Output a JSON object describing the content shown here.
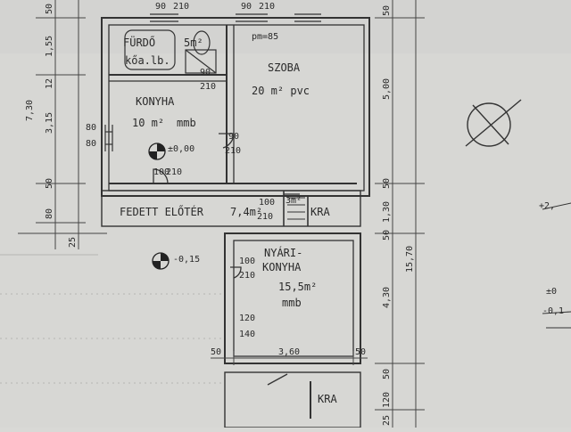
{
  "rooms": {
    "furdo": {
      "name": "FÜRDŐ",
      "sub": "kőa.lb.",
      "area": "5m²"
    },
    "szoba": {
      "name": "SZOBA",
      "area": "20 m² pvc",
      "pm": "pm=85"
    },
    "konyha": {
      "name": "KONYHA",
      "area": "10 m²",
      "floor": "mmb"
    },
    "eloter": {
      "name": "FEDETT ELŐTÉR",
      "area": "7,4m²"
    },
    "kra1": {
      "name": "KRA",
      "area": "3m²"
    },
    "nyari": {
      "name1": "NYÁRI-",
      "name2": "KONYHA",
      "area": "15,5m²",
      "floor": "mmb"
    },
    "kra2": {
      "name": "KRA"
    }
  },
  "levels": {
    "main": "±0,00",
    "outside": "-0,15",
    "right1": "+2,",
    "right2": "±0",
    "right3": "-0,1"
  },
  "openings": {
    "d90_210_top": [
      "90",
      "210"
    ],
    "d90_210_top2": [
      "90",
      "210"
    ],
    "w90_210_furdo": [
      "90",
      "210"
    ],
    "w80_80": [
      "80",
      "80"
    ],
    "d90_210_mid": [
      "90",
      "210"
    ],
    "d100_210_konyha": [
      "100",
      "210"
    ],
    "d100_210_kra": [
      "100",
      "210"
    ],
    "d100_210_nyari": [
      "100",
      "210"
    ],
    "w120_140": [
      "120",
      "140"
    ]
  },
  "dims": {
    "left_chain": [
      "50",
      "1,55",
      "12",
      "3,15",
      "50",
      "80",
      "25"
    ],
    "left_total": "7,30",
    "right_chain": [
      "50",
      "5,00",
      "50",
      "1,30",
      "50",
      "4,30",
      "50",
      "120",
      "25"
    ],
    "right_total": "15,70",
    "nyari_width": "3,60",
    "nyari_left": "50",
    "nyari_right": "50"
  }
}
